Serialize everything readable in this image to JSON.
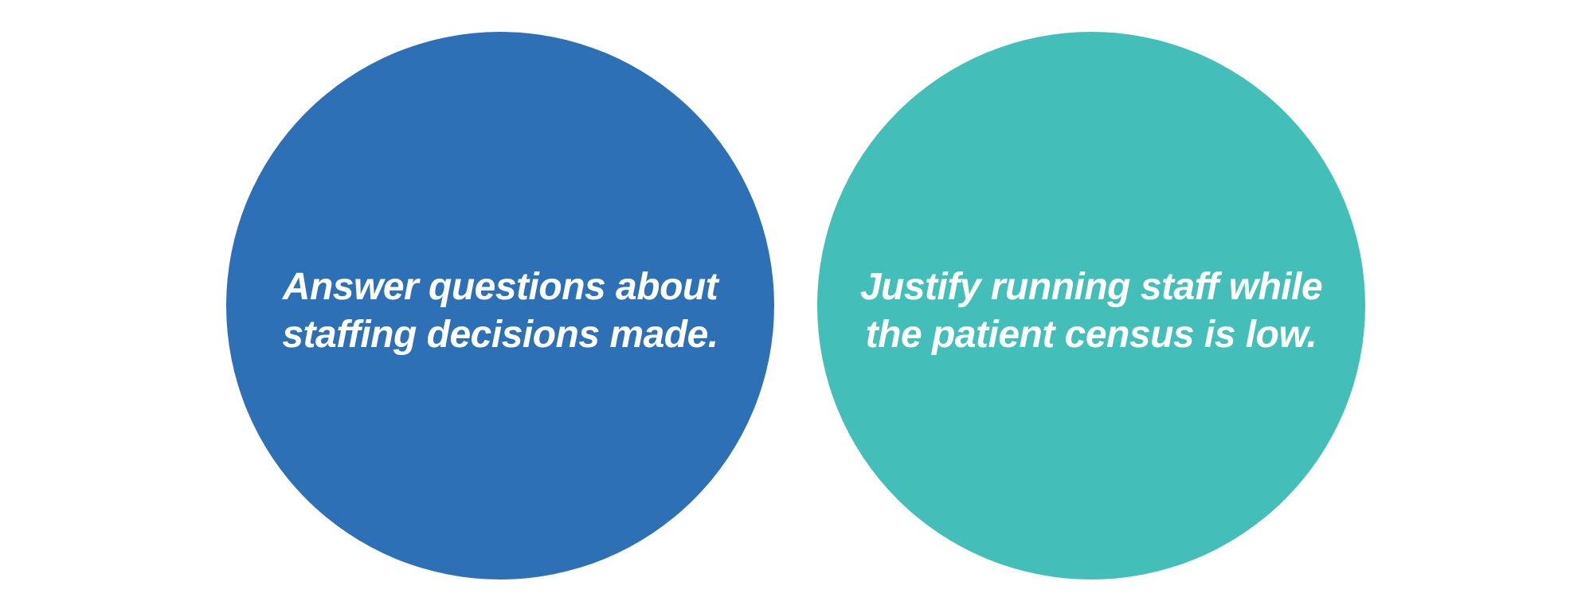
{
  "page": {
    "background_color": "#ffffff"
  },
  "circles": {
    "left": {
      "fill_color": "#2E70B5",
      "text_color": "#ffffff",
      "lines": {
        "0": "Answer questions about",
        "1": "staffing decisions made."
      }
    },
    "right": {
      "fill_color": "#43BEB8",
      "text_color": "#ffffff",
      "lines": {
        "0": "Justify running staff while",
        "1": "the patient census is low."
      }
    }
  }
}
